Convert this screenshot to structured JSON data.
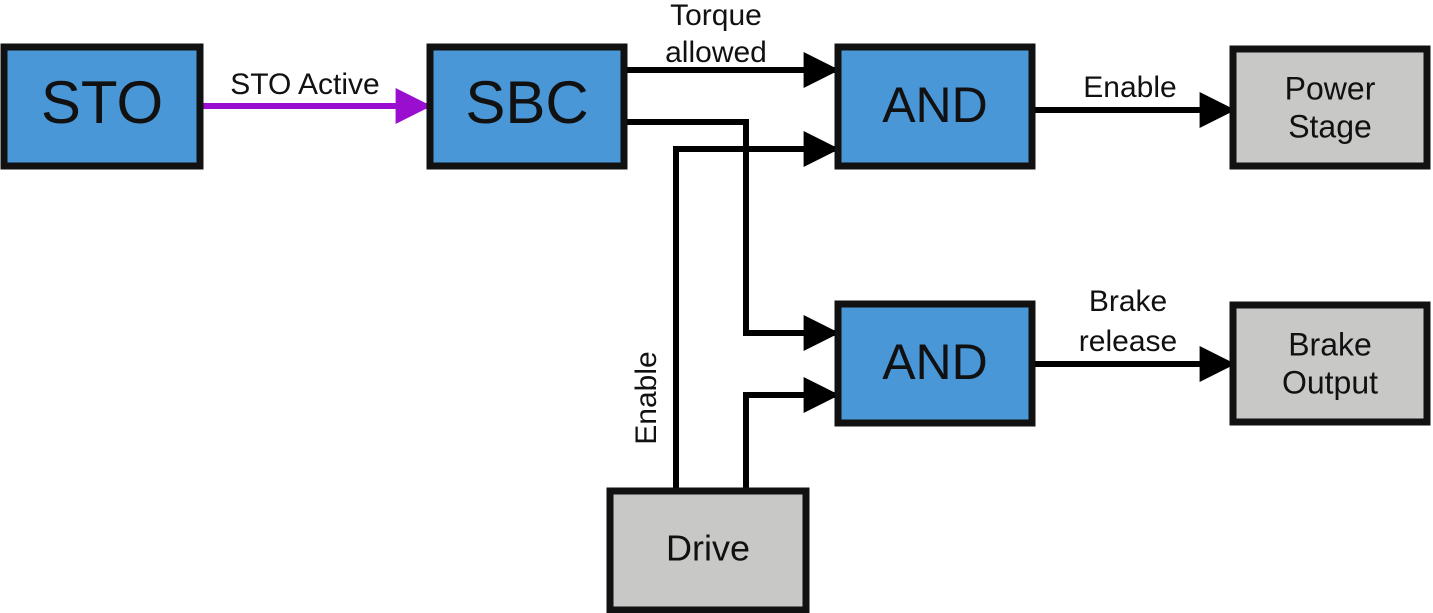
{
  "colors": {
    "blue_block": "#4a97d8",
    "gray_block": "#c8c9c7",
    "stroke": "#111111",
    "sto_arrow": "#9a0fcf",
    "connector": "#000000"
  },
  "blocks": {
    "sto": "STO",
    "sbc": "SBC",
    "and_top": "AND",
    "and_bottom": "AND",
    "power_stage": [
      "Power",
      "Stage"
    ],
    "brake_output": [
      "Brake",
      "Output"
    ],
    "drive": "Drive"
  },
  "labels": {
    "sto_active": "STO Active",
    "torque_allowed": [
      "Torque",
      "allowed"
    ],
    "enable_power": "Enable",
    "brake_release": [
      "Brake",
      "release"
    ],
    "enable_drive": "Enable"
  }
}
